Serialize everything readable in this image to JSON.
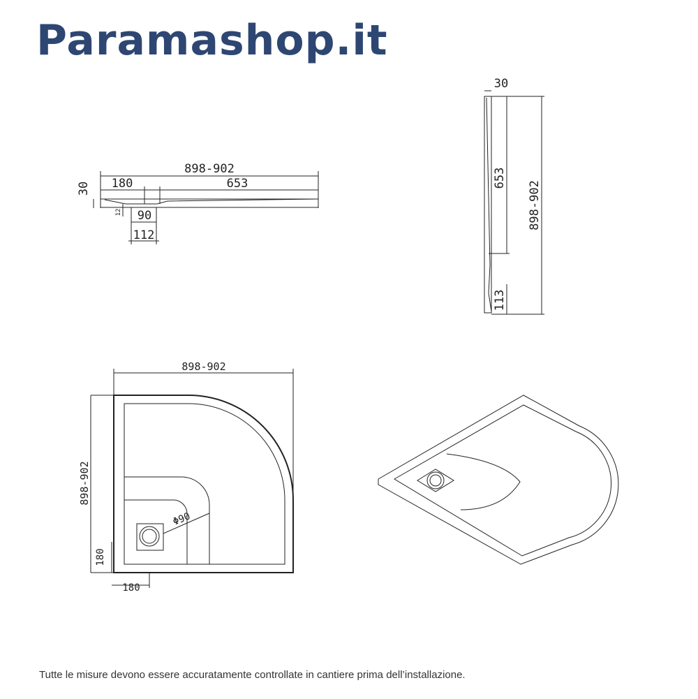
{
  "brand": {
    "name": "Paramashop.it",
    "color": "#2e4672"
  },
  "views": {
    "front_section": {
      "overall_width": "898-902",
      "height": "30",
      "drain_offset": "180",
      "slope_length": "653",
      "drain_depth": "12",
      "drain_inner": "90",
      "drain_outer": "112"
    },
    "side_section": {
      "height": "30",
      "slope_length": "653",
      "overall_length": "898-902",
      "drain_offset": "113"
    },
    "plan_view": {
      "width": "898-902",
      "depth": "898-902",
      "drain_diameter": "Φ90",
      "drain_offset_y": "180",
      "drain_offset_x": "180"
    },
    "isometric_view": {
      "label": ""
    }
  },
  "footer": {
    "note": "Tutte le misure devono essere accuratamente controllate in cantiere prima dell’installazione."
  }
}
